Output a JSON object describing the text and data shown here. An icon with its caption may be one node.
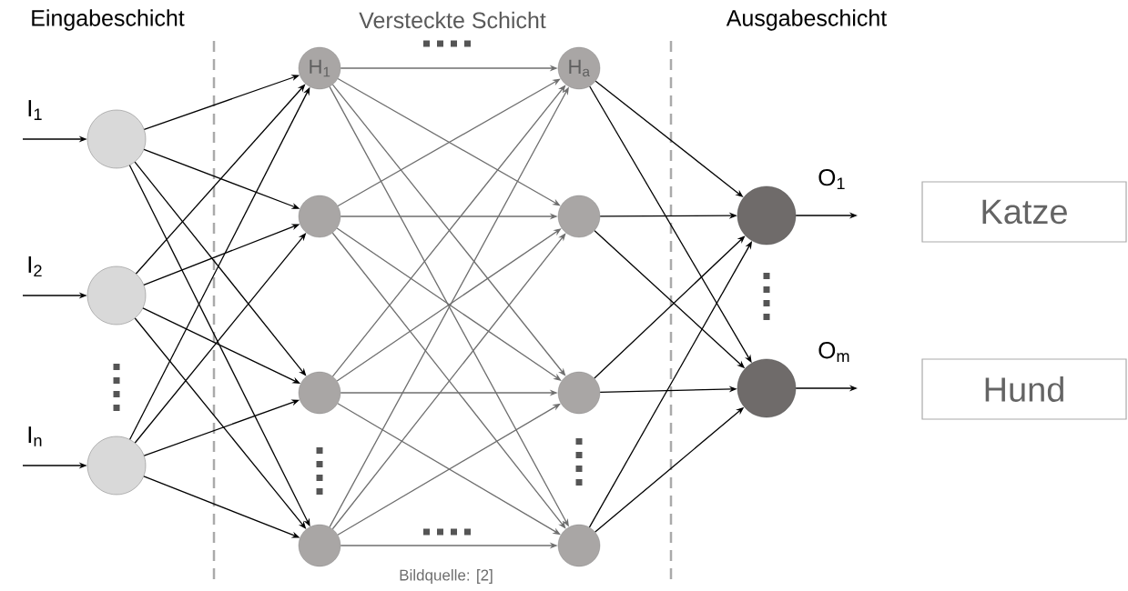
{
  "diagram": {
    "nodes": [
      {
        "text": [],
        "shape": "circle"
      },
      {
        "text": [],
        "shape": "circle"
      },
      {
        "text": [],
        "shape": "circle"
      },
      {
        "text": [
          "H$_{1}$"
        ]
      },
      {
        "text": [],
        "shape": "circle"
      },
      {
        "text": [],
        "shape": "circle"
      },
      {
        "text": [],
        "shape": "circle"
      },
      {
        "text": [
          "H$_{a}$"
        ]
      },
      {
        "text": [],
        "shape": "circle"
      },
      {
        "text": [],
        "shape": "circle"
      },
      {
        "text": [],
        "shape": "circle"
      },
      {
        "text": [],
        "shape": "circle"
      },
      {
        "text": [],
        "shape": "circle"
      },
      {
        "text": [
          "Katze"
        ]
      },
      {
        "text": [
          "Hund"
        ]
      }
    ],
    "edges": [
      {
        "from": null,
        "to": 0,
        "arrow": "to",
        "label": "I$_{1}$"
      },
      {
        "from": null,
        "to": 1,
        "arrow": "to",
        "label": "I$_{2}$"
      },
      {
        "from": null,
        "to": 2,
        "arrow": "to",
        "label": "I$_{n}$"
      },
      {
        "from": 0,
        "to": 3,
        "arrow": "to"
      },
      {
        "from": 0,
        "to": 4,
        "arrow": "to"
      },
      {
        "from": 0,
        "to": 5,
        "arrow": "to"
      },
      {
        "from": 0,
        "to": 6,
        "arrow": "to"
      },
      {
        "from": 1,
        "to": 3,
        "arrow": "to"
      },
      {
        "from": 1,
        "to": 4,
        "arrow": "to"
      },
      {
        "from": 1,
        "to": 5,
        "arrow": "to"
      },
      {
        "from": 1,
        "to": 6,
        "arrow": "to"
      },
      {
        "from": 2,
        "to": 3,
        "arrow": "to"
      },
      {
        "from": 2,
        "to": 4,
        "arrow": "to"
      },
      {
        "from": 2,
        "to": 5,
        "arrow": "to"
      },
      {
        "from": 2,
        "to": 6,
        "arrow": "to"
      },
      {
        "from": 3,
        "to": 7,
        "arrow": "to",
        "color": "#6e6e6e"
      },
      {
        "from": 3,
        "to": 8,
        "arrow": "to",
        "color": "#6e6e6e"
      },
      {
        "from": 3,
        "to": 9,
        "arrow": "to",
        "color": "#6e6e6e"
      },
      {
        "from": 3,
        "to": 10,
        "arrow": "to",
        "color": "#6e6e6e"
      },
      {
        "from": 4,
        "to": 7,
        "arrow": "to",
        "color": "#6e6e6e"
      },
      {
        "from": 4,
        "to": 8,
        "arrow": "to",
        "color": "#6e6e6e"
      },
      {
        "from": 4,
        "to": 9,
        "arrow": "to",
        "color": "#6e6e6e"
      },
      {
        "from": 4,
        "to": 10,
        "arrow": "to",
        "color": "#6e6e6e"
      },
      {
        "from": 5,
        "to": 7,
        "arrow": "to",
        "color": "#6e6e6e"
      },
      {
        "from": 5,
        "to": 8,
        "arrow": "to",
        "color": "#6e6e6e"
      },
      {
        "from": 5,
        "to": 9,
        "arrow": "to",
        "color": "#6e6e6e"
      },
      {
        "from": 5,
        "to": 10,
        "arrow": "to",
        "color": "#6e6e6e"
      },
      {
        "from": 6,
        "to": 7,
        "arrow": "to",
        "color": "#6e6e6e"
      },
      {
        "from": 6,
        "to": 8,
        "arrow": "to",
        "color": "#6e6e6e"
      },
      {
        "from": 6,
        "to": 9,
        "arrow": "to",
        "color": "#6e6e6e"
      },
      {
        "from": 6,
        "to": 10,
        "arrow": "to",
        "color": "#6e6e6e"
      },
      {
        "from": 7,
        "to": 11,
        "arrow": "to"
      },
      {
        "from": 7,
        "to": 12,
        "arrow": "to"
      },
      {
        "from": 8,
        "to": 11,
        "arrow": "to"
      },
      {
        "from": 8,
        "to": 12,
        "arrow": "to"
      },
      {
        "from": 9,
        "to": 11,
        "arrow": "to"
      },
      {
        "from": 9,
        "to": 12,
        "arrow": "to"
      },
      {
        "from": 10,
        "to": 11,
        "arrow": "to"
      },
      {
        "from": 10,
        "to": 12,
        "arrow": "to"
      },
      {
        "from": 11,
        "to": null,
        "arrow": "to",
        "label": "O$_{1}$"
      },
      {
        "from": 12,
        "to": null,
        "arrow": "to",
        "label": "O$_{m}$"
      }
    ],
    "labels": [
      "Eingabeschicht",
      "Versteckte Schicht",
      "Ausgabeschicht",
      "Bildquelle: [2]"
    ]
  }
}
